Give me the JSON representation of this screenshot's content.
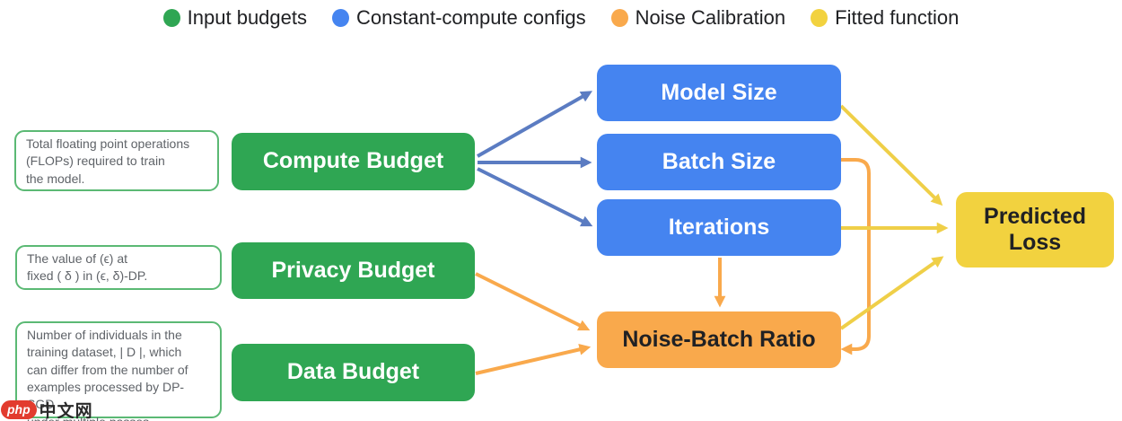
{
  "colors": {
    "c_green": "#2FA653",
    "c_blue": "#4584F0",
    "c_orange": "#F9A94C",
    "c_yellow": "#F2D23F",
    "c_dark": "#202124",
    "c_gray": "#5F6368",
    "ann_border": "#5BB974",
    "arrow_blue": "#5B7CC2",
    "arrow_orange": "#F9A94C",
    "arrow_yellow": "#EFCF48",
    "wm_red": "#E23B2E"
  },
  "legend": {
    "items": [
      {
        "label": "Input budgets",
        "color": "#2FA653"
      },
      {
        "label": "Constant-compute configs",
        "color": "#4584F0"
      },
      {
        "label": "Noise Calibration",
        "color": "#F9A94C"
      },
      {
        "label": "Fitted function",
        "color": "#F2D23F"
      }
    ]
  },
  "annotations": {
    "compute": {
      "text": "Total floating point operations\n(FLOPs) required to train\nthe model."
    },
    "privacy": {
      "text": "The value of (ϵ) at\nfixed ( δ ) in (ϵ, δ)-DP."
    },
    "data": {
      "text": "Number of individuals in the\ntraining dataset, | D |, which\ncan differ from the number of\nexamples processed by DP-SGD\nunder multiple passes."
    }
  },
  "nodes": {
    "compute_budget": {
      "label": "Compute Budget"
    },
    "privacy_budget": {
      "label": "Privacy Budget"
    },
    "data_budget": {
      "label": "Data Budget"
    },
    "model_size": {
      "label": "Model Size"
    },
    "batch_size": {
      "label": "Batch Size"
    },
    "iterations": {
      "label": "Iterations"
    },
    "noise_batch_ratio": {
      "label": "Noise-Batch Ratio"
    },
    "predicted_loss": {
      "label": "Predicted Loss"
    }
  },
  "watermark": {
    "php": "php",
    "cn": "中文网"
  }
}
